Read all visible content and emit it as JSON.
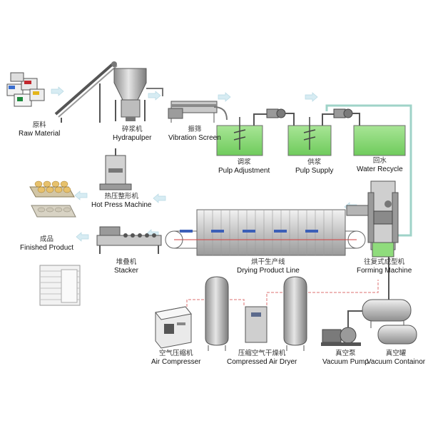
{
  "colors": {
    "tank_fill": "#8fdc7c",
    "tank_stroke": "#6c6c6c",
    "pipe": "#9fd3c8",
    "air_line": "#e8a0a0",
    "arrow": "#cfe6ee",
    "metal": "#b9b9b9",
    "metal_dark": "#6f6f6f",
    "tray": "#cfc5ae",
    "dryer_body": "#c8c8c8"
  },
  "stages": {
    "raw_material": {
      "zh": "原料",
      "en": "Raw Material",
      "icon": "raw-material-bales-icon"
    },
    "hydrapulper": {
      "zh": "碎浆机",
      "en": "Hydrapulper",
      "icon": "hydrapulper-icon"
    },
    "vibration_screen": {
      "zh": "振筛",
      "en": "Vibration Screen",
      "icon": "vibration-screen-icon"
    },
    "pulp_adjustment": {
      "zh": "调浆",
      "en": "Pulp Adjustment",
      "icon": "pulp-tank-icon"
    },
    "pulp_supply": {
      "zh": "供浆",
      "en": "Pulp Supply",
      "icon": "pulp-tank-icon"
    },
    "water_recycle": {
      "zh": "回水",
      "en": "Water Recycle",
      "icon": "water-tank-icon"
    },
    "hot_press": {
      "zh": "热压整形机",
      "en": "Hot Press Machine",
      "icon": "hot-press-icon"
    },
    "finished_product": {
      "zh": "成品",
      "en": "Finished Product",
      "icon": "egg-tray-icon"
    },
    "stacker": {
      "zh": "堆叠机",
      "en": "Stacker",
      "icon": "stacker-icon"
    },
    "drying_line": {
      "zh": "烘干生产线",
      "en": "Drying Product Line",
      "icon": "drying-line-icon"
    },
    "forming_machine": {
      "zh": "往复式成型机",
      "en": "Forming Machine",
      "icon": "forming-machine-icon"
    },
    "air_compressor": {
      "zh": "空气压缩机",
      "en": "Air Compresser",
      "icon": "air-compressor-icon"
    },
    "air_dryer": {
      "zh": "压缩空气干燥机",
      "en": "Compressed Air Dryer",
      "icon": "air-dryer-icon"
    },
    "vacuum_pump": {
      "zh": "真空泵",
      "en": "Vacuum Pump",
      "icon": "vacuum-pump-icon"
    },
    "vacuum_container": {
      "zh": "真空罐",
      "en": "Vacuum Containor",
      "icon": "vacuum-tank-icon"
    }
  }
}
